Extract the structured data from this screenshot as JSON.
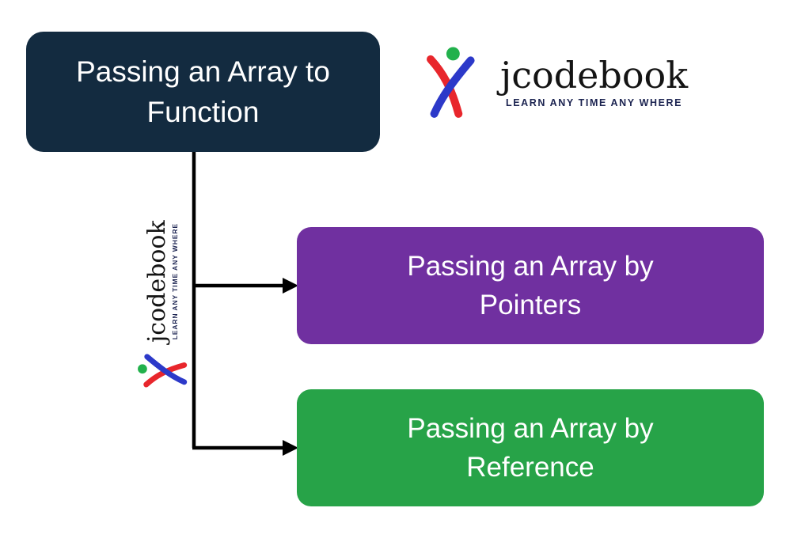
{
  "logo": {
    "name": "jcodebook",
    "tagline": "LEARN ANY TIME ANY WHERE"
  },
  "diagram": {
    "root": {
      "label": "Passing an Array to Function",
      "lines": [
        "Passing an Array to",
        "Function"
      ]
    },
    "branches": [
      {
        "label": "Passing an Array by Pointers",
        "lines": [
          "Passing an Array by",
          "Pointers"
        ]
      },
      {
        "label": "Passing an Array by Reference",
        "lines": [
          "Passing an Array by",
          "Reference"
        ]
      }
    ]
  },
  "colors": {
    "root_bg": "#132b40",
    "pointers_bg": "#7030a0",
    "reference_bg": "#27a348",
    "connector": "#000000",
    "logo_red": "#e8262c",
    "logo_blue": "#2c39c9",
    "logo_green": "#22b14c",
    "tagline_navy": "#1b2350",
    "node_text": "#ffffff"
  }
}
